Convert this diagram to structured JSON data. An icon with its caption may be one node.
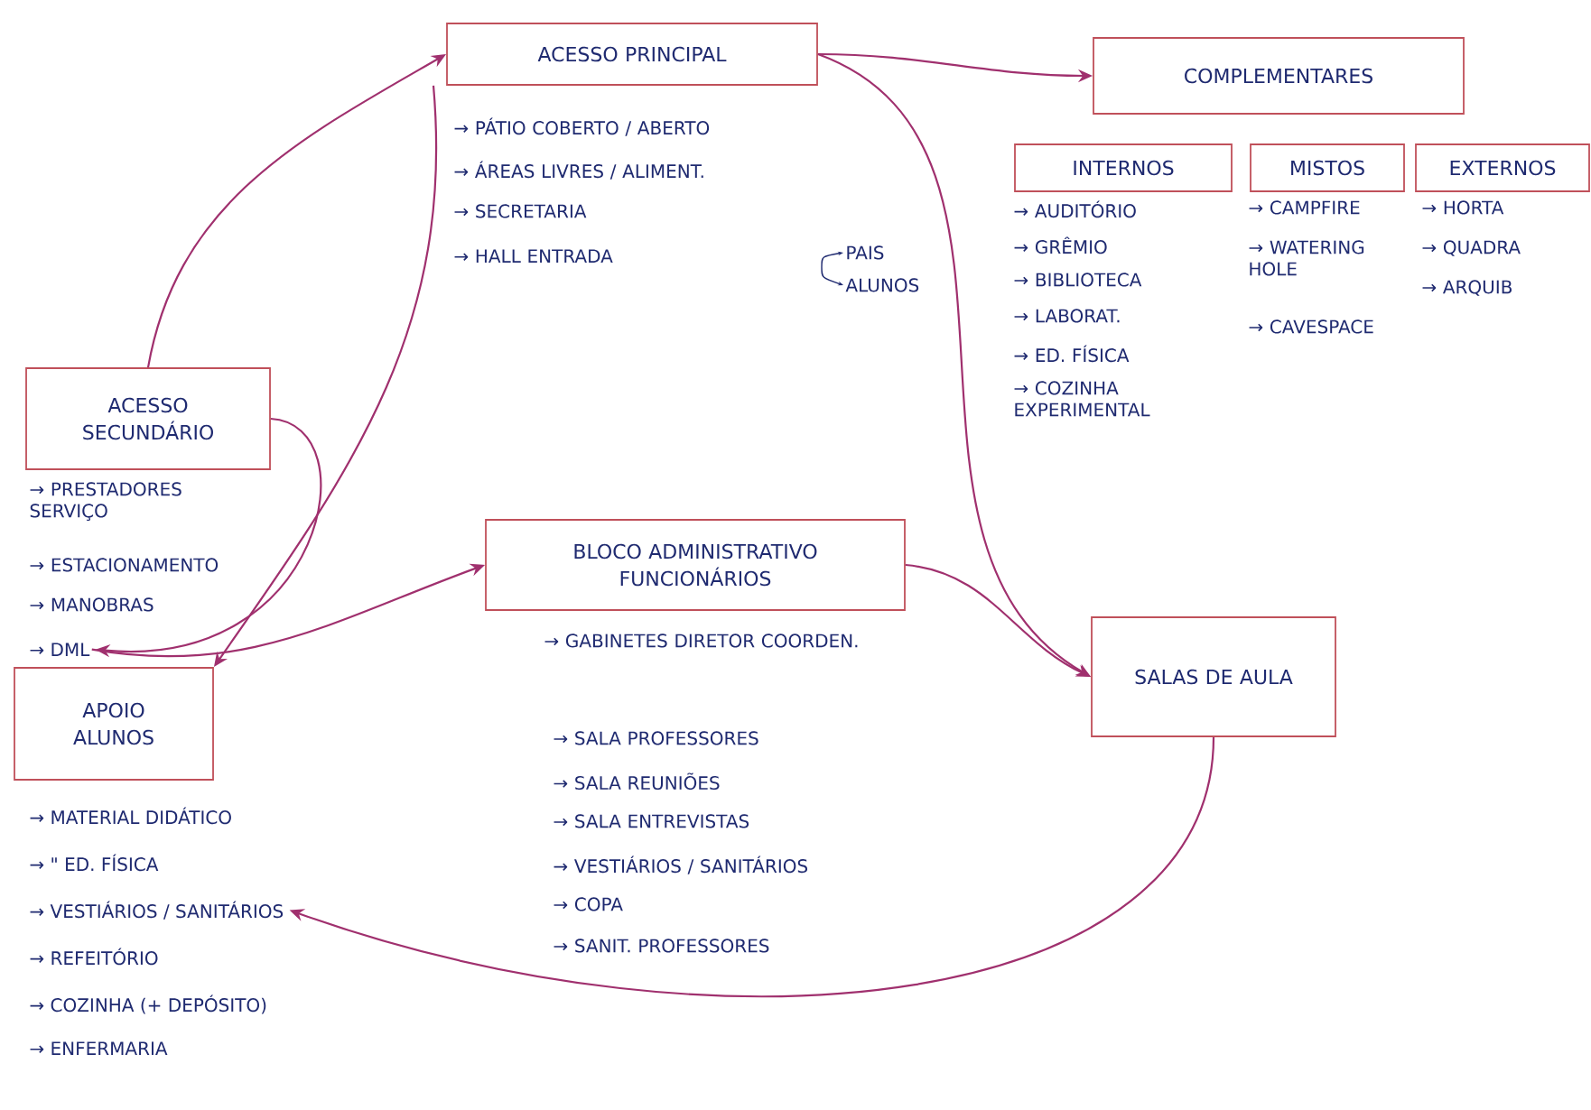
{
  "diagram": {
    "nodes": [
      {
        "text": [
          "ACESSO PRINCIPAL"
        ],
        "beside": [
          "→ PÁTIO COBERTO / ABERTO",
          "→ ÁREAS LIVRES / ALIMENT.",
          "→ SECRETARIA",
          "→ HALL ENTRADA",
          "PAIS",
          "ALUNOS"
        ]
      },
      {
        "text": [
          "COMPLEMENTARES"
        ]
      },
      {
        "text": [
          "INTERNOS"
        ],
        "beside": [
          "→ AUDITÓRIO",
          "→ GRÊMIO",
          "→ BIBLIOTECA",
          "→ LABORAT.",
          "→ ED. FÍSICA",
          "→ COZINHA EXPERIMENTAL"
        ]
      },
      {
        "text": [
          "MISTOS"
        ],
        "beside": [
          "→ CAMPFIRE",
          "→ WATERING HOLE",
          "→ CAVESPACE"
        ]
      },
      {
        "text": [
          "EXTERNOS"
        ],
        "beside": [
          "→ HORTA",
          "→ QUADRA",
          "→ ARQUIB"
        ]
      },
      {
        "text": [
          "ACESSO SECUNDÁRIO"
        ],
        "beside": [
          "→ PRESTADORES SERVIÇO",
          "→ ESTACIONAMENTO",
          "→ MANOBRAS"
        ]
      },
      {
        "text": [
          "→ DML"
        ]
      },
      {
        "text": [
          "BLOCO ADMINISTRATIVO FUNCIONÁRIOS"
        ],
        "beside": [
          "→ GABINETES DIRETOR COORDEN.",
          "→ SALA PROFESSORES",
          "→ SALA REUNIÕES",
          "→ SALA ENTREVISTAS",
          "→ VESTIÁRIOS / SANITÁRIOS",
          "→ COPA",
          "→ SANIT. PROFESSORES"
        ]
      },
      {
        "text": [
          "SALAS DE AULA"
        ]
      },
      {
        "text": [
          "APOIO ALUNOS"
        ],
        "beside": [
          "→ MATERIAL DIDÁTICO",
          "→ \"  ED. FÍSICA",
          "→ VESTIÁRIOS / SANITÁRIOS",
          "→ REFEITÓRIO",
          "→ COZINHA (+ DEPÓSITO)",
          "→ ENFERMARIA"
        ]
      }
    ],
    "edges": [
      {
        "from": 5,
        "to": 0,
        "arrow": "to"
      },
      {
        "from": 0,
        "to": 9,
        "arrow": "to"
      },
      {
        "from": 0,
        "to": 1,
        "arrow": "to"
      },
      {
        "from": 0,
        "to": 8,
        "arrow": "to"
      },
      {
        "from": 5,
        "to": 6,
        "arrow": "to"
      },
      {
        "from": 6,
        "to": 7,
        "arrow": "to"
      },
      {
        "from": 7,
        "to": 8,
        "arrow": "to"
      },
      {
        "from": 8,
        "to": 9,
        "arrow": "to"
      }
    ]
  }
}
